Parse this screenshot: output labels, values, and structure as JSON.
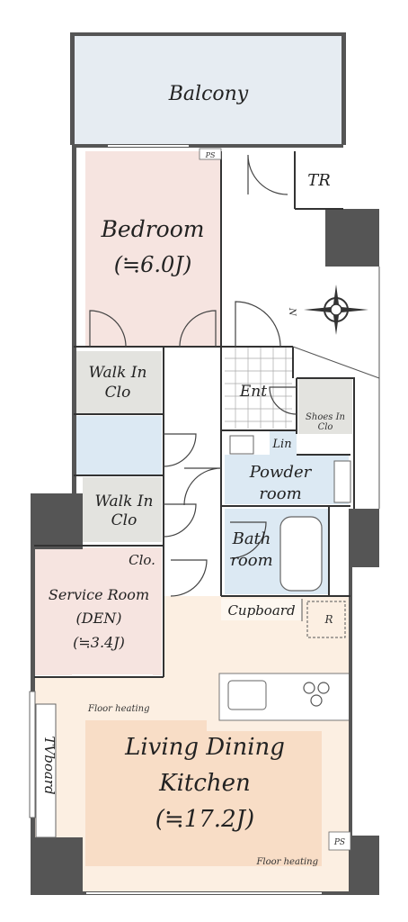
{
  "rooms": {
    "balcony": "Balcony",
    "bedroom": "Bedroom",
    "bedroom_size": "(≒6.0J)",
    "tr": "TR",
    "walk_in_clo_1_line1": "Walk In",
    "walk_in_clo_1_line2": "Clo",
    "walk_in_clo_2_line1": "Walk In",
    "walk_in_clo_2_line2": "Clo",
    "ent": "Ent",
    "shoes_in_clo_line1": "Shoes In",
    "shoes_in_clo_line2": "Clo",
    "lin": "Lin",
    "powder_room_line1": "Powder",
    "powder_room_line2": "room",
    "bath_room_line1": "Bath",
    "bath_room_line2": "room",
    "clo": "Clo.",
    "cupboard": "Cupboard",
    "r": "R",
    "service_room_line1": "Service Room",
    "service_room_line2": "(DEN)",
    "service_room_size": "(≒3.4J)",
    "ldk_line1": "Living Dining",
    "ldk_line2": "Kitchen",
    "ldk_size": "(≒17.2J)",
    "tv_board": "TVboard",
    "ps_top": "PS",
    "ps_bottom": "PS",
    "floor_heating_1": "Floor heating",
    "floor_heating_2": "Floor heating",
    "compass_n": "N"
  },
  "colors": {
    "balcony": "#e6ecf2",
    "bedroom": "#f6e4e0",
    "service_room": "#f6e4e0",
    "closet": "#e3e3df",
    "wet_area": "#dce9f3",
    "ldk": "#fcefe2",
    "floor_heating": "#f8ddc6",
    "wall": "#555555"
  }
}
